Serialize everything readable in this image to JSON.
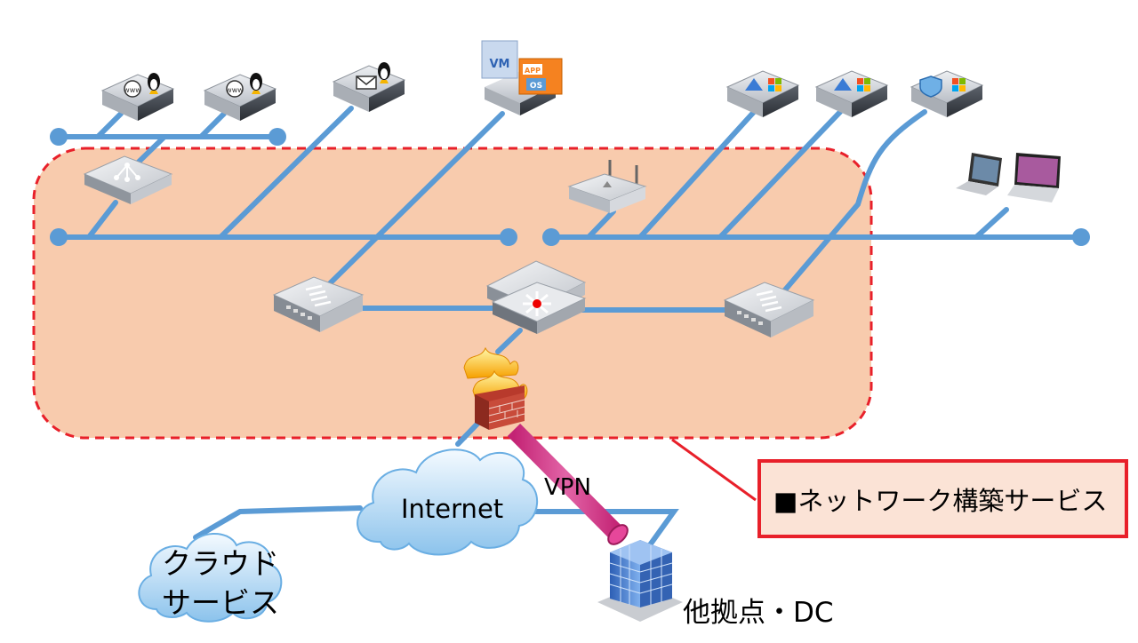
{
  "labels": {
    "internet": "Internet",
    "vpn": "VPN",
    "cloud_service_line1": "クラウド",
    "cloud_service_line2": "サービス",
    "branch_dc": "他拠点・DC",
    "service_callout": "■ネットワーク構築サービス"
  },
  "icons": {
    "web_server_1": "linux-web-server-icon",
    "web_server_2": "linux-web-server-icon",
    "mail_server": "linux-mail-server-icon",
    "vm_server": "vmware-vm-app-os-server-icon",
    "windows_server_1": "windows-network-server-icon",
    "windows_server_2": "windows-network-server-icon",
    "security_server": "windows-security-server-icon",
    "load_balancer": "load-balancer-icon",
    "wireless_ap": "wireless-access-point-icon",
    "laptops": "laptops-icon",
    "left_switch": "switch-icon",
    "core_switch": "core-switch-icon",
    "right_switch": "switch-icon",
    "firewall": "firewall-icon",
    "internet_cloud": "cloud-icon",
    "cloud_service": "cloud-icon",
    "building": "office-building-icon"
  },
  "colors": {
    "link": "#5b9bd5",
    "region_fill": "#f8cbad",
    "region_border": "#e8202a",
    "vpn_tube": "#e6479a",
    "callout_border": "#e8202a",
    "callout_fill": "#fbe3d6"
  }
}
